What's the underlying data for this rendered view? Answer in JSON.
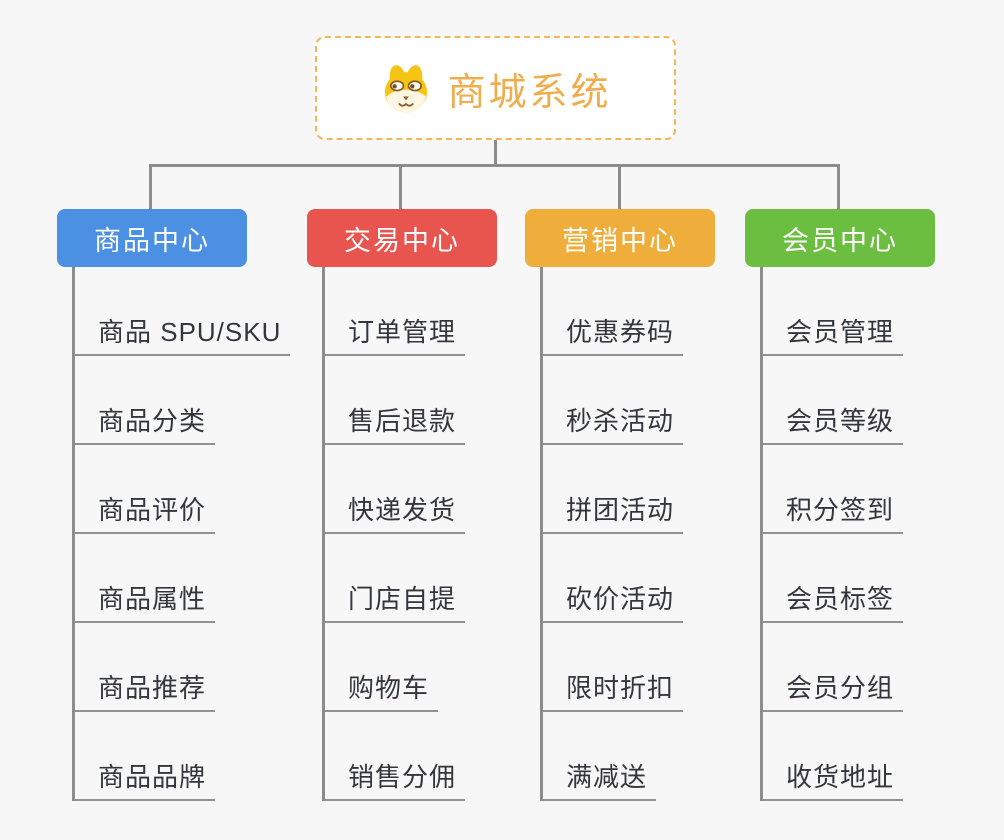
{
  "root": {
    "title": "商城系统",
    "icon": "dog-face-icon"
  },
  "branches": [
    {
      "label": "商品中心",
      "color": "#4b90e2",
      "items": [
        "商品 SPU/SKU",
        "商品分类",
        "商品评价",
        "商品属性",
        "商品推荐",
        "商品品牌"
      ]
    },
    {
      "label": "交易中心",
      "color": "#e8554f",
      "items": [
        "订单管理",
        "售后退款",
        "快递发货",
        "门店自提",
        "购物车",
        "销售分佣"
      ]
    },
    {
      "label": "营销中心",
      "color": "#efad3c",
      "items": [
        "优惠券码",
        "秒杀活动",
        "拼团活动",
        "砍价活动",
        "限时折扣",
        "满减送"
      ]
    },
    {
      "label": "会员中心",
      "color": "#6cbe41",
      "items": [
        "会员管理",
        "会员等级",
        "积分签到",
        "会员标签",
        "会员分组",
        "收货地址"
      ]
    }
  ],
  "colors": {
    "background": "#f7f7f7",
    "connector": "#8c8c8c",
    "leaf_underline": "#919191",
    "leaf_text": "#33363c",
    "root_title": "#f0ad4d",
    "root_border": "#f5b65a"
  }
}
